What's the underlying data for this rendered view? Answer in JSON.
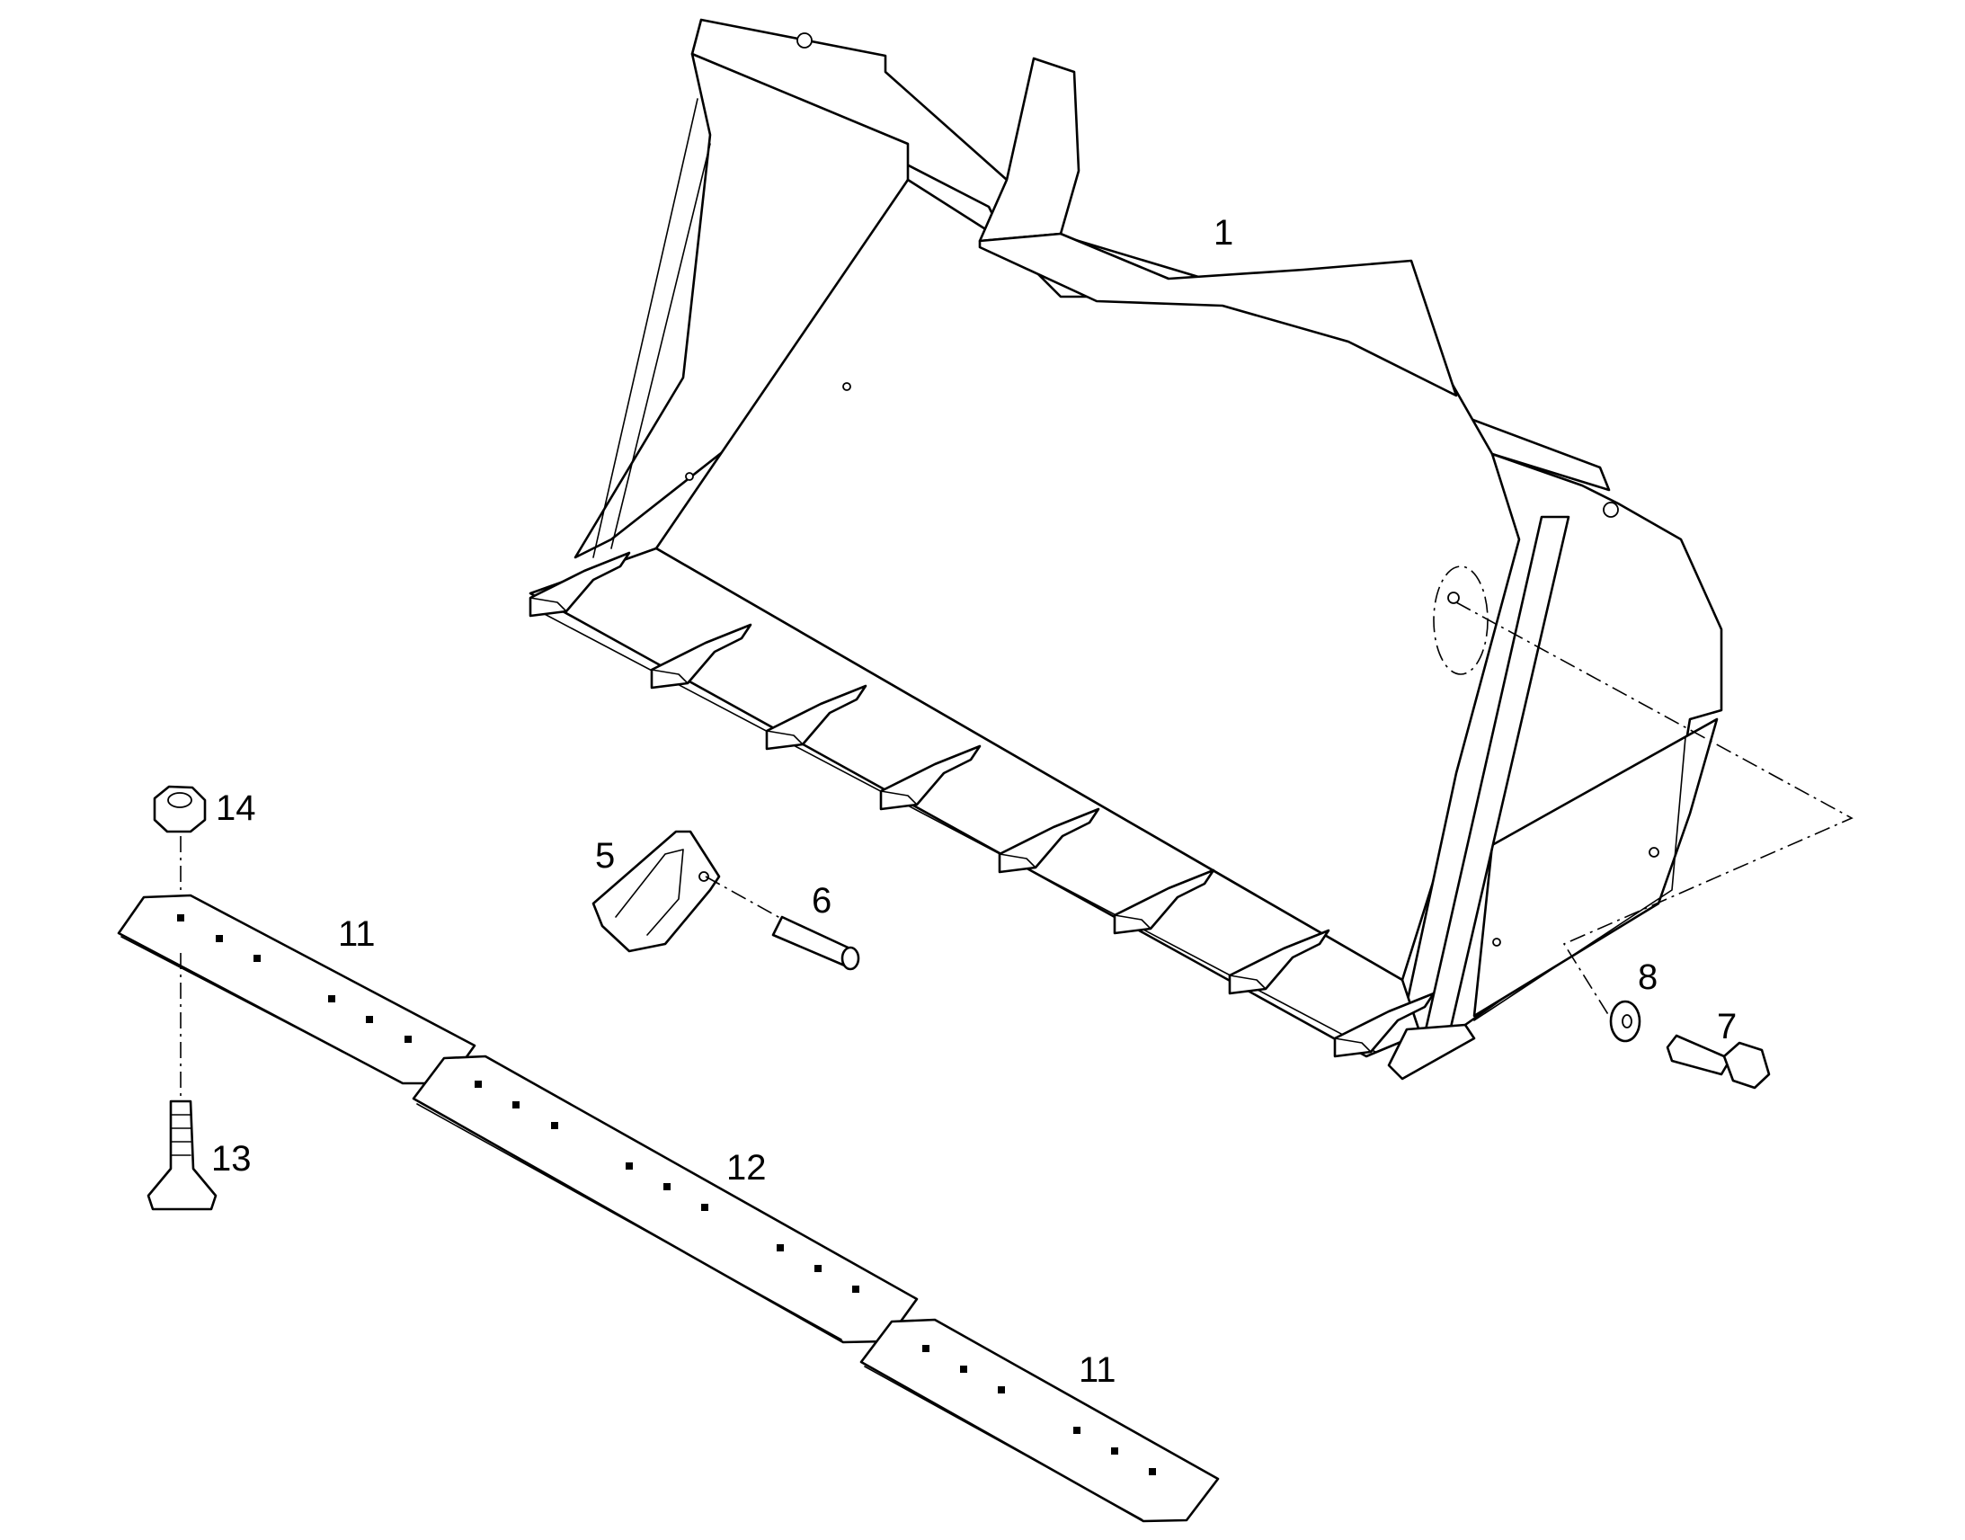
{
  "callouts": {
    "bucket": "1",
    "tooth": "5",
    "pin": "6",
    "bolt": "7",
    "washer": "8",
    "cutting_edge_left": "11",
    "cutting_edge_center": "12",
    "cutting_edge_right": "11",
    "plow_bolt": "13",
    "hex_nut": "14"
  }
}
